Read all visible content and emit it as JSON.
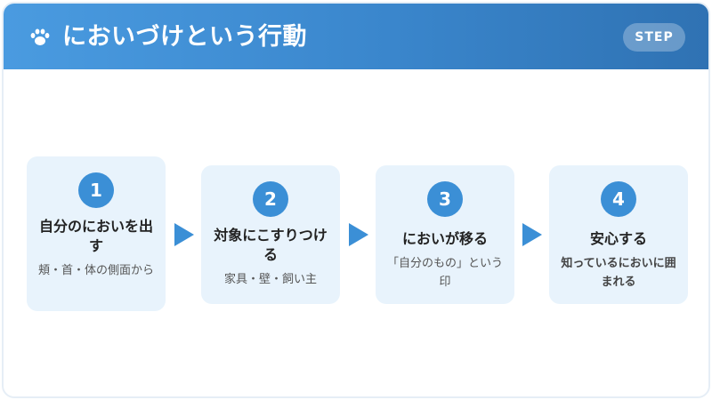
{
  "header": {
    "title": "においづけという行動",
    "badge": "STEP",
    "icon": "paw-icon"
  },
  "steps": [
    {
      "number": "1",
      "title": "自分のにおいを出す",
      "subtitle": "頬・首・体の側面から"
    },
    {
      "number": "2",
      "title": "対象にこすりつける",
      "subtitle": "家具・壁・飼い主"
    },
    {
      "number": "3",
      "title": "においが移る",
      "subtitle": "「自分のもの」という印"
    },
    {
      "number": "4",
      "title": "安心する",
      "subtitle": "知っているにおいに囲まれる"
    }
  ],
  "colors": {
    "header_start": "#4a9be0",
    "header_end": "#2f72b3",
    "accent": "#3b8fd6",
    "card_bg": "#e8f3fc"
  }
}
